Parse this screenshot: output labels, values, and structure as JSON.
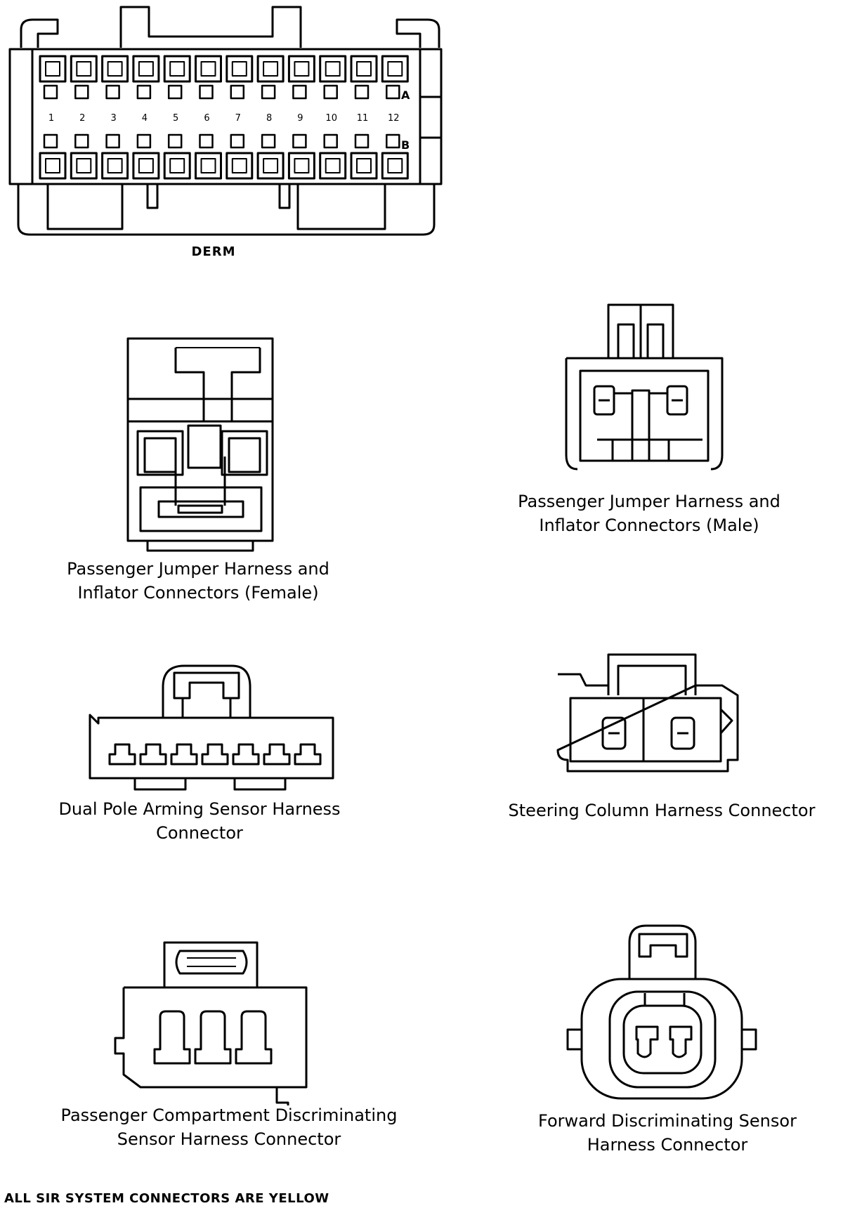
{
  "derm": {
    "label": "DERM",
    "pin_numbers": [
      "1",
      "2",
      "3",
      "4",
      "5",
      "6",
      "7",
      "8",
      "9",
      "10",
      "11",
      "12"
    ],
    "row_a": "A",
    "row_b": "B"
  },
  "connectors": {
    "passenger_female": {
      "line1": "Passenger Jumper Harness and",
      "line2": "Inflator Connectors (Female)"
    },
    "passenger_male": {
      "line1": "Passenger Jumper Harness and",
      "line2": "Inflator Connectors (Male)"
    },
    "dual_pole": {
      "line1": "Dual Pole Arming Sensor Harness",
      "line2": "Connector"
    },
    "steering_column": {
      "line1": "Steering Column Harness Connector"
    },
    "passenger_compartment": {
      "line1": "Passenger Compartment Discriminating",
      "line2": "Sensor Harness Connector"
    },
    "forward_discriminating": {
      "line1": "Forward Discriminating Sensor",
      "line2": "Harness Connector"
    }
  },
  "footer_note": "ALL SIR SYSTEM CONNECTORS ARE YELLOW"
}
